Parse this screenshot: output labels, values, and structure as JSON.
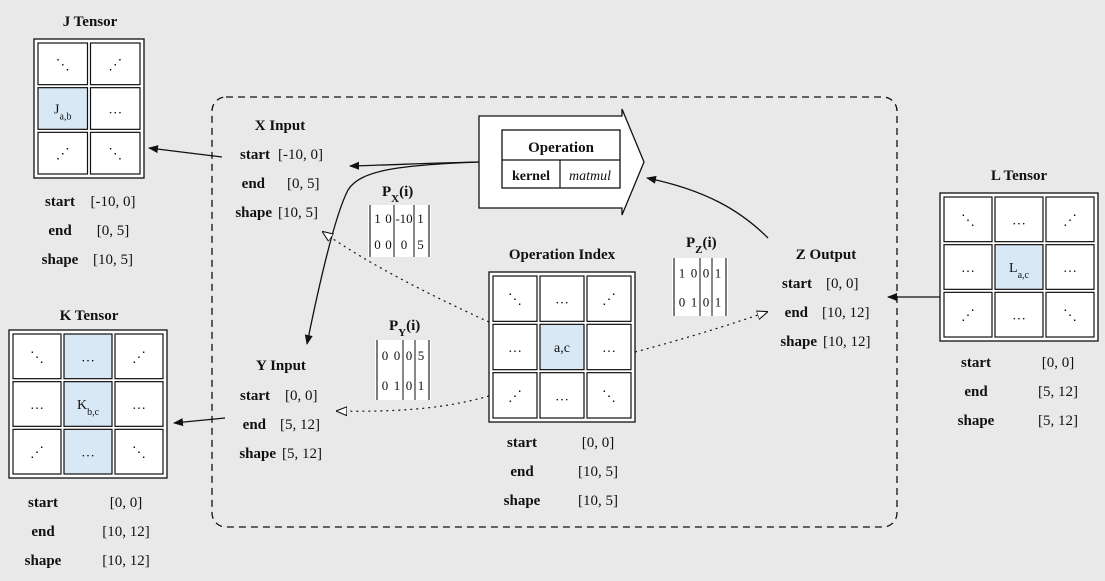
{
  "tensors": {
    "J": {
      "title": "J Tensor",
      "cells": [
        "⋱",
        "⋰",
        "J",
        "…",
        "⋰",
        "⋱"
      ],
      "cell_sub": {
        "2": "a,b"
      },
      "highlight": [
        2
      ],
      "start_label": "start",
      "start": "[-10, 0]",
      "end_label": "end",
      "end": "[0, 5]",
      "shape_label": "shape",
      "shape": "[10, 5]"
    },
    "K": {
      "title": "K Tensor",
      "cells": [
        "⋱",
        "…",
        "⋰",
        "…",
        "K",
        "…",
        "⋰",
        "…",
        "⋱"
      ],
      "cell_sub": {
        "4": "b,c"
      },
      "highlight": [
        1,
        4,
        7
      ],
      "start_label": "start",
      "start": "[0, 0]",
      "end_label": "end",
      "end": "[10, 12]",
      "shape_label": "shape",
      "shape": "[10, 12]"
    },
    "L": {
      "title": "L Tensor",
      "cells": [
        "⋱",
        "…",
        "⋰",
        "…",
        "L",
        "…",
        "⋰",
        "…",
        "⋱"
      ],
      "cell_sub": {
        "4": "a,c"
      },
      "highlight": [
        4
      ],
      "start_label": "start",
      "start": "[0, 0]",
      "end_label": "end",
      "end": "[5, 12]",
      "shape_label": "shape",
      "shape": "[5, 12]"
    }
  },
  "op_index": {
    "title": "Operation Index",
    "cells": [
      "⋱",
      "…",
      "⋰",
      "…",
      "a,c",
      "…",
      "⋰",
      "…",
      "⋱"
    ],
    "highlight": [
      4
    ],
    "start_label": "start",
    "start": "[0, 0]",
    "end_label": "end",
    "end": "[10, 5]",
    "shape_label": "shape",
    "shape": "[10, 5]"
  },
  "x_input": {
    "title": "X Input",
    "start_label": "start",
    "start": "[-10, 0]",
    "end_label": "end",
    "end": "[0, 5]",
    "shape_label": "shape",
    "shape": "[10, 5]"
  },
  "y_input": {
    "title": "Y Input",
    "start_label": "start",
    "start": "[0, 0]",
    "end_label": "end",
    "end": "[5, 12]",
    "shape_label": "shape",
    "shape": "[5, 12]"
  },
  "z_output": {
    "title": "Z Output",
    "start_label": "start",
    "start": "[0, 0]",
    "end_label": "end",
    "end": "[10, 12]",
    "shape_label": "shape",
    "shape": "[10, 12]"
  },
  "operation": {
    "title": "Operation",
    "kernel_label": "kernel",
    "kernel": "matmul"
  },
  "projections": {
    "PX": {
      "base": "P",
      "sub": "X",
      "suffix": "(i)",
      "rows": [
        [
          "1",
          "0",
          "-10",
          "1"
        ],
        [
          "0",
          "0",
          "0",
          "5"
        ]
      ]
    },
    "PY": {
      "base": "P",
      "sub": "Y",
      "suffix": "(i)",
      "rows": [
        [
          "0",
          "0",
          "0",
          "5"
        ],
        [
          "0",
          "1",
          "0",
          "1"
        ]
      ]
    },
    "PZ": {
      "base": "P",
      "sub": "Z",
      "suffix": "(i)",
      "rows": [
        [
          "1",
          "0",
          "0",
          "1"
        ],
        [
          "0",
          "1",
          "0",
          "1"
        ]
      ]
    }
  }
}
